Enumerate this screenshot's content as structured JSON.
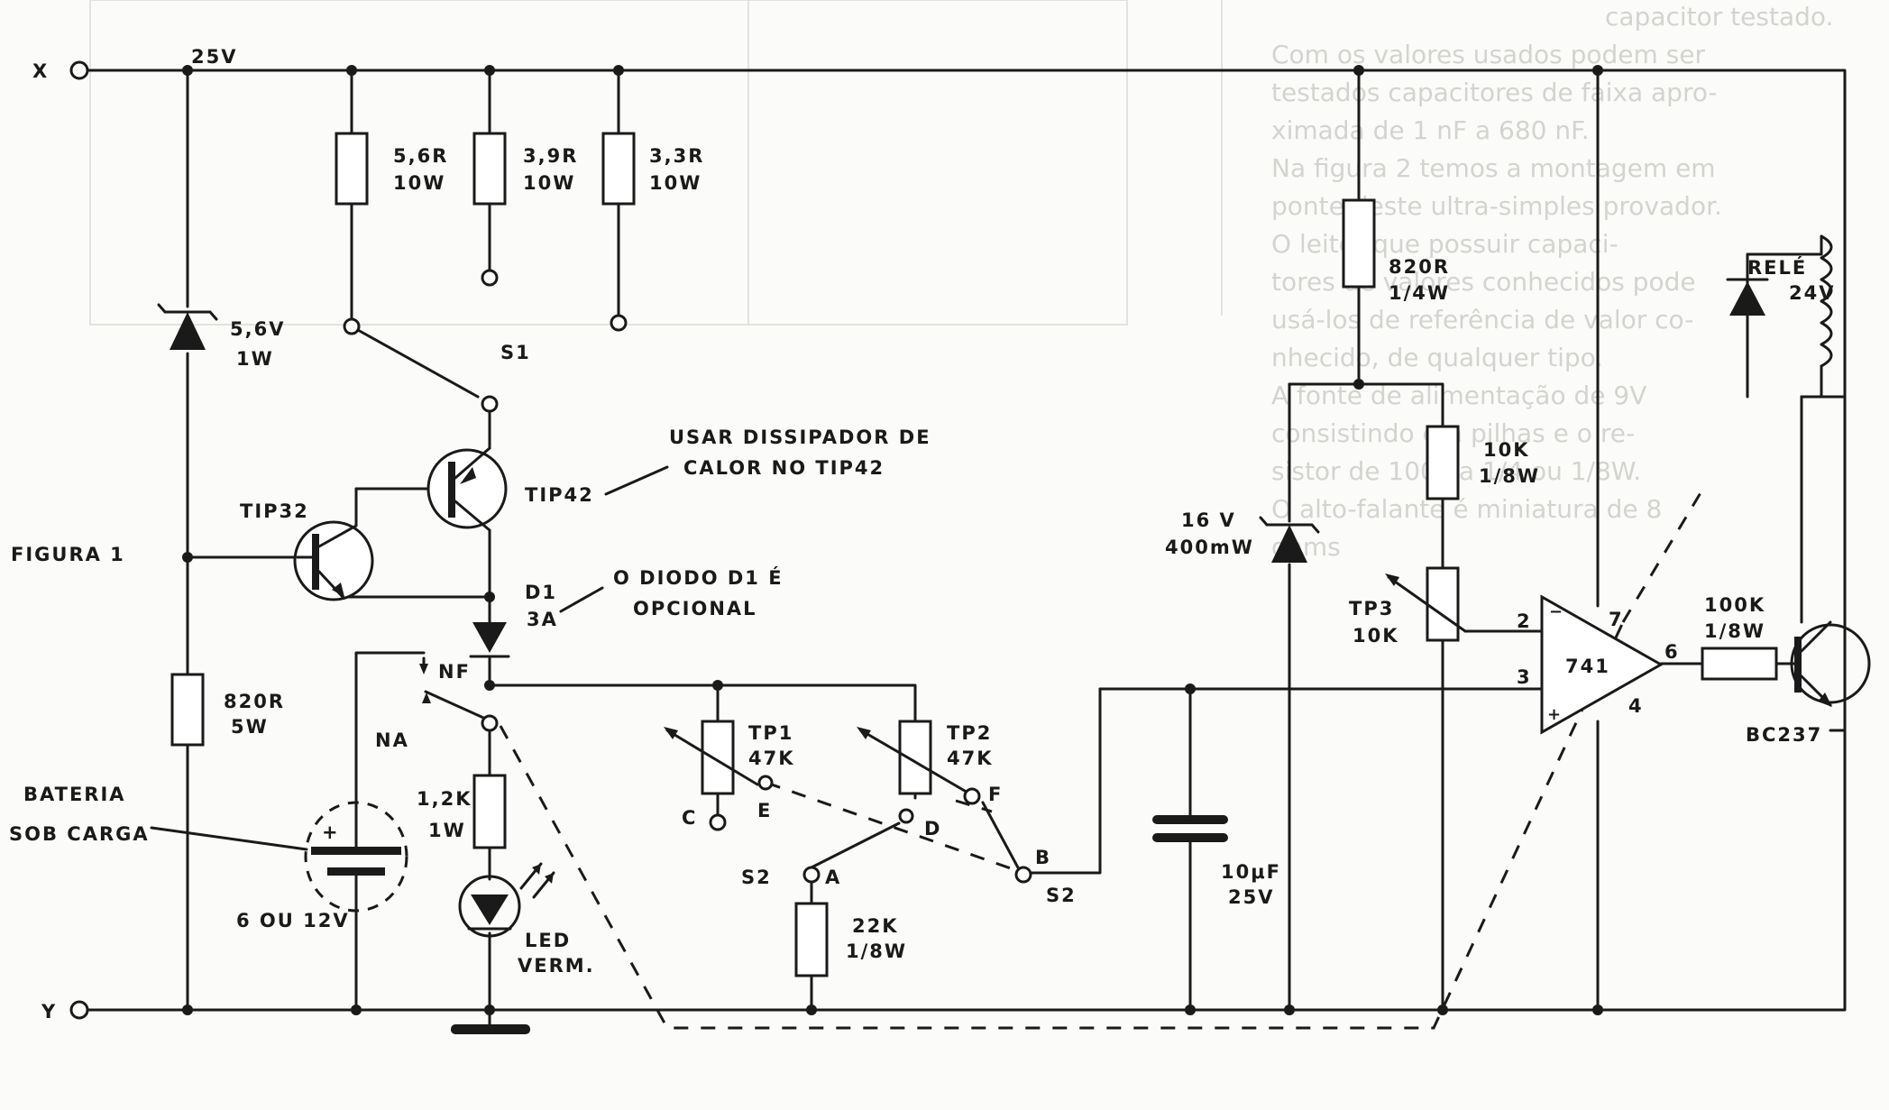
{
  "figure_label": "FIGURA 1",
  "terminals": {
    "x": "X",
    "y": "Y"
  },
  "rail_voltage": "25V",
  "zener_main": {
    "v": "5,6V",
    "p": "1W"
  },
  "resistors": {
    "r56": {
      "v": "5,6R",
      "p": "10W"
    },
    "r39": {
      "v": "3,9R",
      "p": "10W"
    },
    "r33": {
      "v": "3,3R",
      "p": "10W"
    },
    "r820_5w": {
      "v": "820R",
      "p": "5W"
    },
    "r12k": {
      "v": "1,2K",
      "p": "1W"
    },
    "r22k": {
      "v": "22K",
      "p": "1/8W"
    },
    "r820_q": {
      "v": "820R",
      "p": "1/4W"
    },
    "r10k": {
      "v": "10K",
      "p": "1/8W"
    },
    "r100k": {
      "v": "100K",
      "p": "1/8W"
    }
  },
  "switches": {
    "s1": "S1",
    "s2a": "S2",
    "s2b": "S2"
  },
  "transistors": {
    "tip32": "TIP32",
    "tip42": "TIP42",
    "bc237": "BC237"
  },
  "notes": {
    "heatsink_1": "USAR DISSIPADOR DE",
    "heatsink_2": "CALOR NO TIP42",
    "diode_1": "O DIODO D1 É",
    "diode_2": "OPCIONAL"
  },
  "d1": {
    "name": "D1",
    "rating": "3A"
  },
  "relay_contacts": {
    "nf": "NF",
    "na": "NA"
  },
  "battery": {
    "l1": "BATERIA",
    "l2": "SOB CARGA",
    "voltage": "6 OU 12V",
    "plus": "+"
  },
  "led": {
    "l1": "LED",
    "l2": "VERM."
  },
  "trimmers": {
    "tp1": {
      "name": "TP1",
      "v": "47K"
    },
    "tp2": {
      "name": "TP2",
      "v": "47K"
    },
    "tp3": {
      "name": "TP3",
      "v": "10K"
    }
  },
  "switch_poles": {
    "a": "A",
    "b": "B",
    "c": "C",
    "d": "D",
    "e": "E",
    "f": "F"
  },
  "capacitor": {
    "v": "10μF",
    "p": "25V"
  },
  "zener_ref": {
    "v": "16 V",
    "p": "400mW"
  },
  "opamp": {
    "name": "741",
    "p2": "2",
    "p3": "3",
    "p4": "4",
    "p6": "6",
    "p7": "7",
    "minus": "−",
    "plus": "+"
  },
  "relay": {
    "name": "RELÉ",
    "v": "24V"
  },
  "ghost_text": [
    "capacitor testado.",
    "Com os valores usados podem ser",
    "testados capacitores de faixa apro-",
    "ximada de 1 nF a 680 nF.",
    "Na figura 2 temos a montagem em",
    "ponte deste ultra-simples provador.",
    "O leitor que possuir capaci-",
    "tores de valores conhecidos pode",
    "usá-los de referência de valor co-",
    "nhecido, de qualquer tipo.",
    "A fonte de alimentação de 9V",
    "consistindo em pilhas e o re-",
    "sistor de 100k a 1/4 ou 1/8W.",
    "O alto-falante é miniatura de 8",
    "ohms"
  ]
}
